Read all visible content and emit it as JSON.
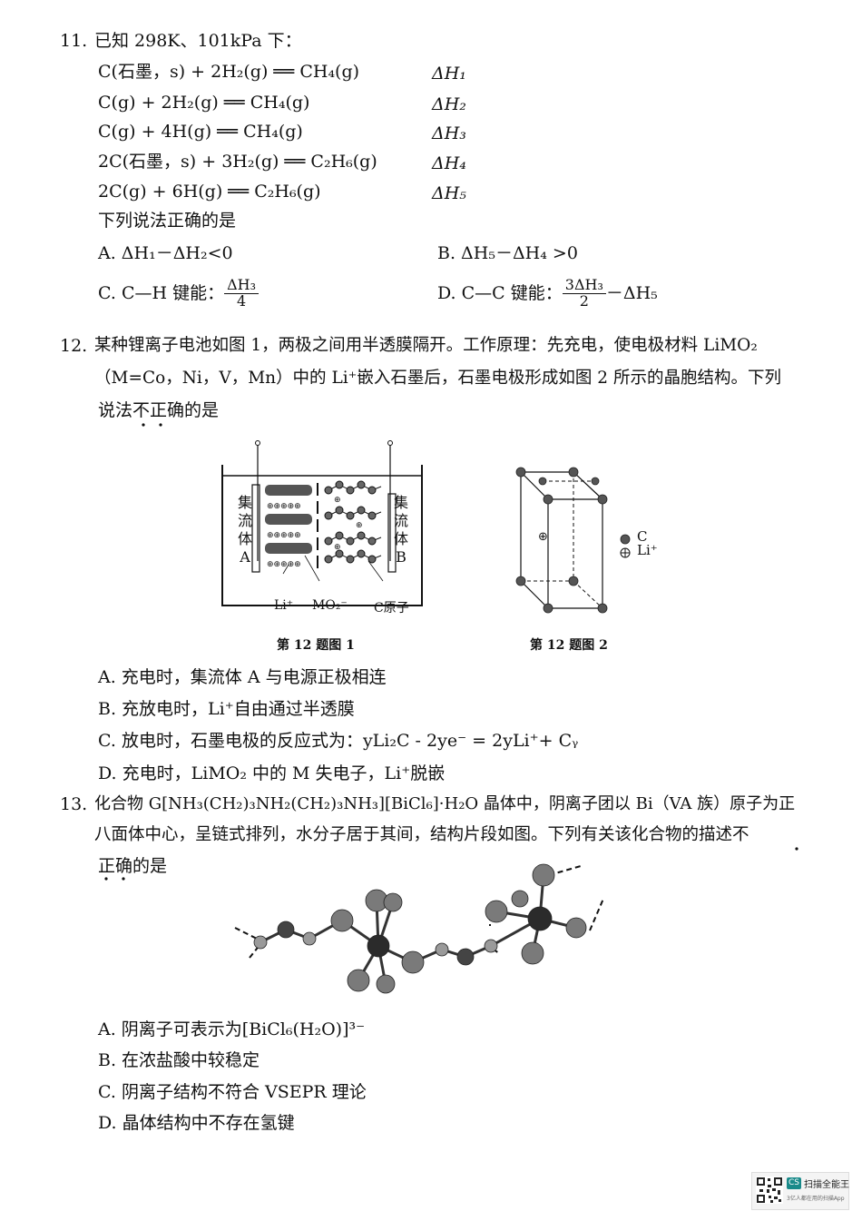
{
  "q11": {
    "number": "11.",
    "stem": "已知 298K、101kPa 下：",
    "equations": [
      {
        "eq": "C(石墨，s) + 2H₂(g) ══ CH₄(g)",
        "dh": "ΔH₁"
      },
      {
        "eq": "C(g) + 2H₂(g) ══ CH₄(g)",
        "dh": "ΔH₂"
      },
      {
        "eq": "C(g) + 4H(g) ══ CH₄(g)",
        "dh": "ΔH₃"
      },
      {
        "eq": "2C(石墨，s) + 3H₂(g) ══ C₂H₆(g)",
        "dh": "ΔH₄"
      },
      {
        "eq": "2C(g) + 6H(g) ══ C₂H₆(g)",
        "dh": "ΔH₅"
      }
    ],
    "question": "下列说法正确的是",
    "optA": "A. ΔH₁－ΔH₂<0",
    "optB": "B. ΔH₅－ΔH₄ >0",
    "optC_label": "C. C—H 键能：",
    "optC_num": "ΔH₃",
    "optC_den": "4",
    "optD_label": "D. C—C 键能：",
    "optD_num": "3ΔH₃",
    "optD_den": "2",
    "optD_tail": "－ΔH₅"
  },
  "q12": {
    "number": "12.",
    "line1": "某种锂离子电池如图 1，两极之间用半透膜隔开。工作原理：先充电，使电极材料 LiMO₂",
    "line2": "（M=Co，Ni，V，Mn）中的 Li⁺嵌入石墨后，石墨电极形成如图 2 所示的晶胞结构。下列",
    "line3": "说法不正确的是",
    "fig1": {
      "left_label": "集流体A",
      "right_label": "集流体B",
      "label_li": "Li⁺",
      "label_mo": "MO₂⁻",
      "label_c": "C原子",
      "caption": "第 12 题图 1"
    },
    "fig2": {
      "legend_c": "C",
      "legend_li": "Li⁺",
      "caption": "第 12 题图 2"
    },
    "options": [
      "A. 充电时，集流体 A 与电源正极相连",
      "B. 充放电时，Li⁺自由通过半透膜",
      "C. 放电时，石墨电极的反应式为：yLi₂C - 2ye⁻ = 2yLi⁺+ Cᵧ",
      "D. 充电时，LiMO₂ 中的 M 失电子，Li⁺脱嵌"
    ]
  },
  "q13": {
    "number": "13.",
    "line1": "化合物 G[NH₃(CH₂)₃NH₂(CH₂)₃NH₃][BiCl₆]·H₂O 晶体中，阴离子团以 Bi（VA 族）原子为正",
    "line2": "八面体中心，呈链式排列，水分子居于其间，结构片段如图。下列有关该化合物的描述不",
    "line3": "正确的是",
    "options": [
      "A. 阴离子可表示为[BiCl₆(H₂O)]³⁻",
      "B. 在浓盐酸中较稳定",
      "C. 阴离子结构不符合 VSEPR 理论",
      "D. 晶体结构中不存在氢键"
    ]
  },
  "scanner": {
    "badge": "CS",
    "name": "扫描全能王",
    "sub": "3亿人都在用的扫描App"
  }
}
